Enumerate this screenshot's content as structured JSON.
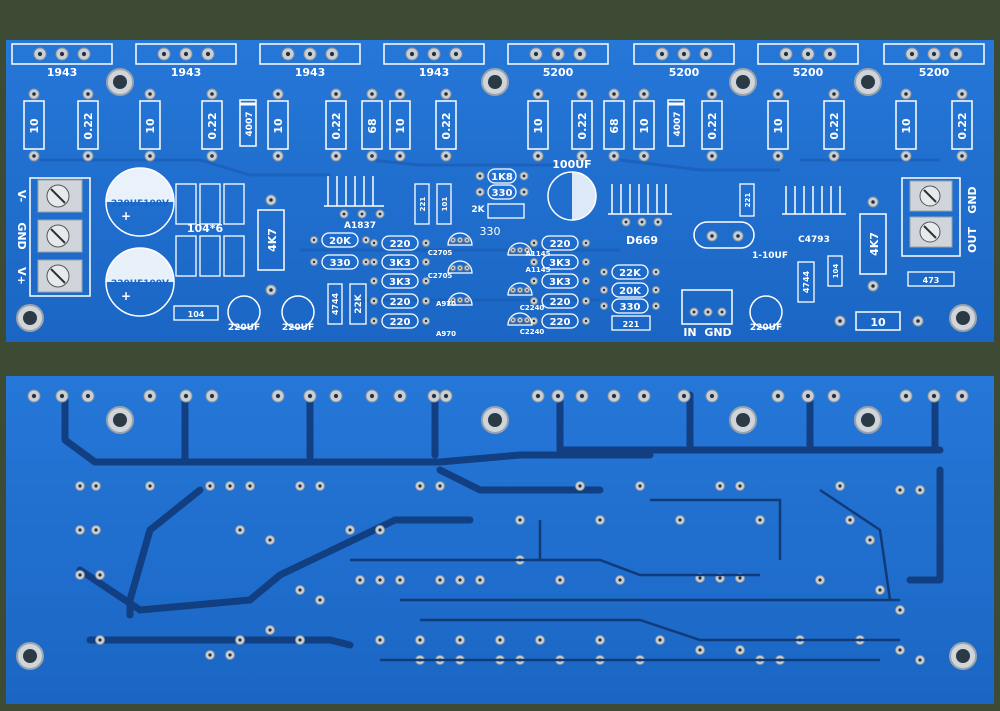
{
  "top_board": {
    "transistors": [
      "1943",
      "1943",
      "1943",
      "1943",
      "5200",
      "5200",
      "5200",
      "5200"
    ],
    "resistors": [
      "10",
      "0.22",
      "10",
      "0.22",
      "10",
      "0.22",
      "68",
      "10",
      "0.22",
      "10",
      "0.22",
      "68",
      "10",
      "0.22",
      "10",
      "0.22",
      "10",
      "0.22"
    ],
    "labels": {
      "v_minus": "V-",
      "gnd_left": "GND",
      "v_plus": "V+",
      "cap_big_1": "220UF100V",
      "cap_big_2": "220UF100V",
      "cap_multi": "104*6",
      "r_4k7_left": "4K7",
      "diode_4007_a": "4007",
      "diode_4007_b": "4007",
      "a1837": "A1837",
      "r_1k8": "1K8",
      "r_330_top": "330",
      "r_2k": "2K",
      "c_100uf": "100UF",
      "d669": "D669",
      "c_1_10uf": "1-10UF",
      "c4793": "C4793",
      "r_4k7_right": "4K7",
      "out": "OUT",
      "gnd_right": "GND",
      "r_20k_l": "20K",
      "r_330_l": "330",
      "c_220_l1": "220",
      "r_3k3_l1": "3K3",
      "r_3k3_l2": "3K3",
      "c_220_l2": "220",
      "c_220_l3": "220",
      "r_220_r1": "220",
      "r_3k3_r1": "3K3",
      "r_3k3_r2": "3K3",
      "c_220_r2": "220",
      "c_220_r3": "220",
      "c2705_a": "C2705",
      "c2705_b": "C2705",
      "a1145_a": "A1145",
      "a1145_b": "A1145",
      "a970_a": "A970",
      "a970_b": "A970",
      "c2240_a": "C2240",
      "c2240_b": "C2240",
      "r_330_mid": "330",
      "r_22k_v": "22K",
      "d_4744_l": "4744",
      "r_22k_r": "22K",
      "r_20k_r": "20K",
      "r_330_r": "330",
      "c_221_r": "221",
      "c_221_v1": "221",
      "c_221_v2": "221",
      "c_101": "101",
      "c_104_v": "104",
      "in": "IN",
      "gnd_in": "GND",
      "c_220uf_a": "220UF",
      "c_220uf_b": "220UF",
      "c_220uf_c": "220UF",
      "c_104_h": "104",
      "d_4744_r": "4744",
      "c_473": "473",
      "r_10_bottom": "10"
    }
  },
  "colors": {
    "background": "#3d4a34",
    "board": "#1f6fd0",
    "silk": "#ffffff",
    "pad": "#c9cfd4",
    "trace": "#15478f"
  }
}
